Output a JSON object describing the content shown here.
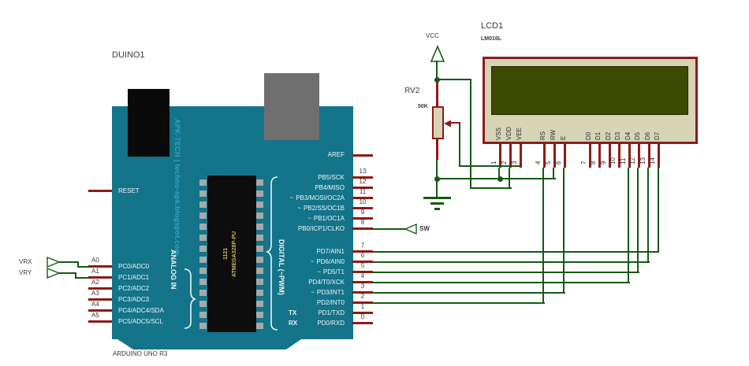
{
  "colors": {
    "board": "#13748a",
    "wire_green": "#145a14",
    "pin_maroon": "#8e1b17",
    "lcd_body": "#d7d3b5",
    "lcd_border": "#8b1c1c",
    "lcd_screen": "#3c4a02",
    "brand_text": "#2fa6c0",
    "chip_text": "#c9b469",
    "dark_text": "#3a3a3a",
    "light_text": "#f2f3f4",
    "usb_connector": "#0a0a0a",
    "power_jack": "#6f6f6f"
  },
  "arduino": {
    "reference": "DUINO1",
    "caption": "ARDUINO UNO R3",
    "brand": "APK-TECH | techno-apk.blogspot.com",
    "reset_label": "RESET",
    "aref_label": "AREF",
    "tx_label": "TX",
    "rx_label": "RX",
    "analog_group_label": "ANALOG IN",
    "digital_group_label": "DIGITAL (~PWM)",
    "pwm_mark": "~",
    "chip": {
      "line1": "1121",
      "line2": "ATMEGA328P-PU"
    },
    "digital_pins": [
      {
        "num": "13",
        "label": "PB5/SCK",
        "pwm": false
      },
      {
        "num": "12",
        "label": "PB4/MISO",
        "pwm": false
      },
      {
        "num": "11",
        "label": "PB3/MOSI/OC2A",
        "pwm": true
      },
      {
        "num": "10",
        "label": "PB2/SS/OC1B",
        "pwm": true
      },
      {
        "num": "9",
        "label": "PB1/OC1A",
        "pwm": true
      },
      {
        "num": "8",
        "label": "PB0/ICP1/CLKO",
        "pwm": false
      },
      {
        "num": "7",
        "label": "PD7/AIN1",
        "pwm": false
      },
      {
        "num": "6",
        "label": "PD6/AIN0",
        "pwm": true
      },
      {
        "num": "5",
        "label": "PD5/T1",
        "pwm": true
      },
      {
        "num": "4",
        "label": "PD4/T0/XCK",
        "pwm": false
      },
      {
        "num": "3",
        "label": "PD3/INT1",
        "pwm": true
      },
      {
        "num": "2",
        "label": "PD2/INT0",
        "pwm": false
      },
      {
        "num": "1",
        "label": "PD1/TXD",
        "pwm": false
      },
      {
        "num": "0",
        "label": "PD0/RXD",
        "pwm": false
      }
    ],
    "analog_pins": [
      {
        "num": "A0",
        "label": "PC0/ADC0"
      },
      {
        "num": "A1",
        "label": "PC1/ADC1"
      },
      {
        "num": "A2",
        "label": "PC2/ADC2"
      },
      {
        "num": "A3",
        "label": "PC3/ADC3"
      },
      {
        "num": "A4",
        "label": "PC4/ADC4/SDA"
      },
      {
        "num": "A5",
        "label": "PC5/ADC5/SCL"
      }
    ]
  },
  "lcd": {
    "reference": "LCD1",
    "value": "LM016L",
    "pins": [
      {
        "num": "1",
        "name": "VSS"
      },
      {
        "num": "2",
        "name": "VDD"
      },
      {
        "num": "3",
        "name": "VEE"
      },
      {
        "num": "4",
        "name": "RS"
      },
      {
        "num": "5",
        "name": "RW"
      },
      {
        "num": "6",
        "name": "E"
      },
      {
        "num": "7",
        "name": "D0"
      },
      {
        "num": "8",
        "name": "D1"
      },
      {
        "num": "9",
        "name": "D2"
      },
      {
        "num": "10",
        "name": "D3"
      },
      {
        "num": "11",
        "name": "D4"
      },
      {
        "num": "12",
        "name": "D5"
      },
      {
        "num": "13",
        "name": "D6"
      },
      {
        "num": "14",
        "name": "D7"
      }
    ]
  },
  "pot": {
    "reference": "RV2",
    "value": "50K"
  },
  "power": {
    "vcc_label": "VCC"
  },
  "terminals": {
    "sw": "SW",
    "vrx": "VRX",
    "vry": "VRY"
  }
}
